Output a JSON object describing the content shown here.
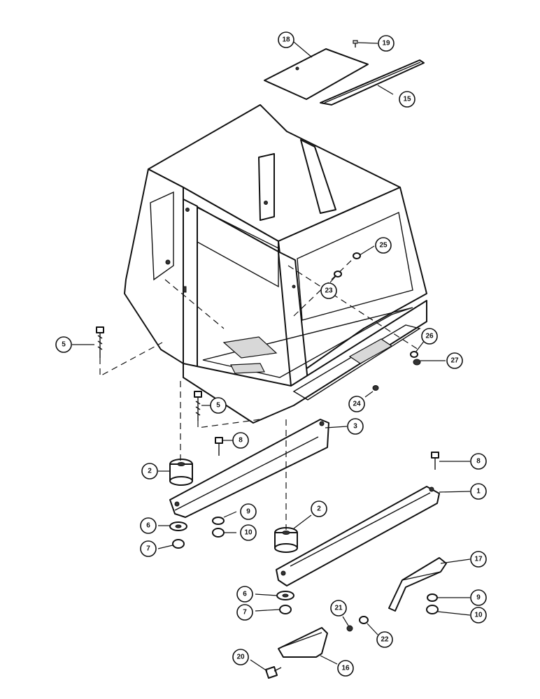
{
  "diagram": {
    "callouts": [
      {
        "id": "c18a",
        "label": "18"
      },
      {
        "id": "c19a",
        "label": "19"
      },
      {
        "id": "c15a",
        "label": "15"
      },
      {
        "id": "c25a",
        "label": "25"
      },
      {
        "id": "c23a",
        "label": "23"
      },
      {
        "id": "c5a",
        "label": "5"
      },
      {
        "id": "c26a",
        "label": "26"
      },
      {
        "id": "c27a",
        "label": "27"
      },
      {
        "id": "c24a",
        "label": "24"
      },
      {
        "id": "c5b",
        "label": "5"
      },
      {
        "id": "c3a",
        "label": "3"
      },
      {
        "id": "c8a",
        "label": "8"
      },
      {
        "id": "c8b",
        "label": "8"
      },
      {
        "id": "c2a",
        "label": "2"
      },
      {
        "id": "c1a",
        "label": "1"
      },
      {
        "id": "c9a",
        "label": "9"
      },
      {
        "id": "c6a",
        "label": "6"
      },
      {
        "id": "c10a",
        "label": "10"
      },
      {
        "id": "c2b",
        "label": "2"
      },
      {
        "id": "c7a",
        "label": "7"
      },
      {
        "id": "c17a",
        "label": "17"
      },
      {
        "id": "c6b",
        "label": "6"
      },
      {
        "id": "c9b",
        "label": "9"
      },
      {
        "id": "c21a",
        "label": "21"
      },
      {
        "id": "c7b",
        "label": "7"
      },
      {
        "id": "c10b",
        "label": "10"
      },
      {
        "id": "c22a",
        "label": "22"
      },
      {
        "id": "c20a",
        "label": "20"
      },
      {
        "id": "c16a",
        "label": "16"
      }
    ]
  }
}
